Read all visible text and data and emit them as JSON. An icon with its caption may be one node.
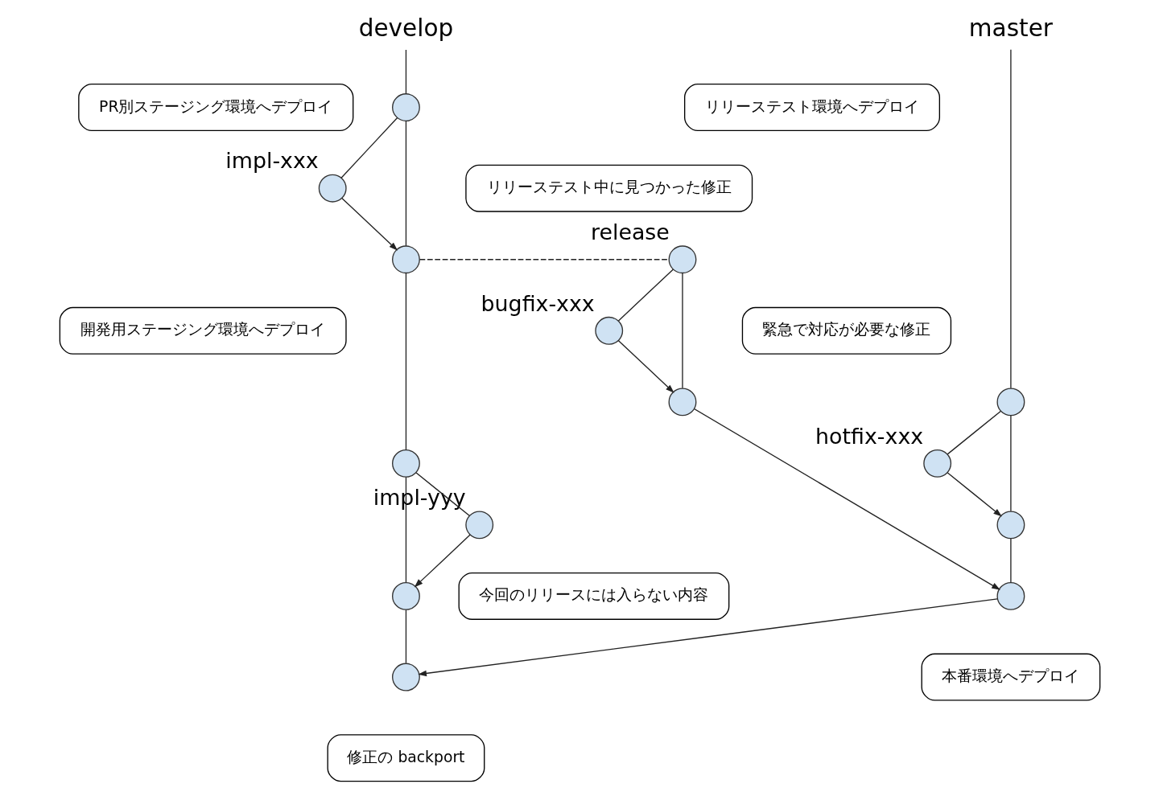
{
  "diagram": {
    "nodes": [
      {
        "text": [
          "develop"
        ]
      },
      {
        "text": [
          "master"
        ]
      },
      {
        "text": [
          "PR別ステージング環境へデプロイ"
        ]
      },
      {
        "text": [
          "リリーステスト環境へデプロイ"
        ]
      },
      {
        "text": [],
        "shape": "circle"
      },
      {
        "text": [],
        "shape": "circle",
        "beside": [
          "impl-xxx"
        ]
      },
      {
        "text": [
          "リリーステスト中に見つかった修正"
        ]
      },
      {
        "text": [],
        "shape": "circle"
      },
      {
        "text": [],
        "shape": "circle",
        "beside": [
          "release"
        ]
      },
      {
        "text": [],
        "shape": "circle",
        "beside": [
          "bugfix-xxx"
        ]
      },
      {
        "text": [
          "緊急で対応が必要な修正"
        ]
      },
      {
        "text": [
          "開発用ステージング環境へデプロイ"
        ]
      },
      {
        "text": [],
        "shape": "circle"
      },
      {
        "text": [],
        "shape": "circle"
      },
      {
        "text": [],
        "shape": "circle",
        "beside": [
          "hotfix-xxx"
        ]
      },
      {
        "text": [],
        "shape": "circle"
      },
      {
        "text": [],
        "shape": "circle"
      },
      {
        "text": [],
        "shape": "circle",
        "beside": [
          "impl-yyy"
        ]
      },
      {
        "text": [],
        "shape": "circle"
      },
      {
        "text": [
          "今回のリリースには入らない内容"
        ]
      },
      {
        "text": [],
        "shape": "circle"
      },
      {
        "text": [
          "本番環境へデプロイ"
        ]
      },
      {
        "text": [],
        "shape": "circle"
      },
      {
        "text": [
          "修正の backport"
        ]
      }
    ],
    "edges": [
      {
        "from": 0,
        "to": 4,
        "arrow": "none"
      },
      {
        "from": 4,
        "to": 7,
        "arrow": "none"
      },
      {
        "from": 7,
        "to": 15,
        "arrow": "none"
      },
      {
        "from": 15,
        "to": 18,
        "arrow": "none"
      },
      {
        "from": 18,
        "to": 22,
        "arrow": "none"
      },
      {
        "from": 1,
        "to": 13,
        "arrow": "none"
      },
      {
        "from": 13,
        "to": 16,
        "arrow": "none"
      },
      {
        "from": 16,
        "to": 20,
        "arrow": "none"
      },
      {
        "from": 4,
        "to": 5,
        "arrow": "none"
      },
      {
        "from": 5,
        "to": 7,
        "arrow": "to"
      },
      {
        "from": 7,
        "to": 8,
        "arrow": "none",
        "style": "dashed"
      },
      {
        "from": 8,
        "to": 12,
        "arrow": "none"
      },
      {
        "from": 8,
        "to": 9,
        "arrow": "none"
      },
      {
        "from": 9,
        "to": 12,
        "arrow": "to"
      },
      {
        "from": 12,
        "to": 20,
        "arrow": "to"
      },
      {
        "from": 13,
        "to": 14,
        "arrow": "none"
      },
      {
        "from": 14,
        "to": 16,
        "arrow": "to"
      },
      {
        "from": 15,
        "to": 17,
        "arrow": "none"
      },
      {
        "from": 17,
        "to": 18,
        "arrow": "to"
      },
      {
        "from": 20,
        "to": 22,
        "arrow": "to"
      }
    ]
  }
}
